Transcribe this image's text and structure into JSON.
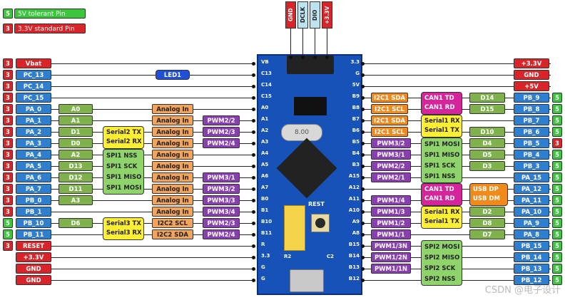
{
  "legend": [
    {
      "num": "5",
      "text": "5V tolerant Pin",
      "color": "green"
    },
    {
      "num": "3",
      "text": "3.3V standard Pin",
      "color": "red"
    }
  ],
  "top_pins": [
    "GND",
    "DCLK",
    "DIO",
    "+3.3V"
  ],
  "left_rows": [
    {
      "num": "3",
      "pin": "Vbat",
      "pc": "red"
    },
    {
      "num": "3",
      "pin": "PC_13",
      "pc": "blue"
    },
    {
      "num": "3",
      "pin": "PC_14",
      "pc": "blue"
    },
    {
      "num": "3",
      "pin": "PC_15",
      "pc": "blue"
    },
    {
      "num": "3",
      "pin": "PA_0",
      "pc": "blue"
    },
    {
      "num": "3",
      "pin": "PA_1",
      "pc": "blue"
    },
    {
      "num": "3",
      "pin": "PA_2",
      "pc": "blue"
    },
    {
      "num": "3",
      "pin": "PA_3",
      "pc": "blue"
    },
    {
      "num": "3",
      "pin": "PA_4",
      "pc": "blue"
    },
    {
      "num": "3",
      "pin": "PA_5",
      "pc": "blue"
    },
    {
      "num": "3",
      "pin": "PA_6",
      "pc": "blue"
    },
    {
      "num": "3",
      "pin": "PA_7",
      "pc": "blue"
    },
    {
      "num": "3",
      "pin": "PB_0",
      "pc": "blue"
    },
    {
      "num": "3",
      "pin": "PB_1",
      "pc": "blue"
    },
    {
      "num": "5",
      "pin": "PB_10",
      "pc": "blue"
    },
    {
      "num": "5",
      "pin": "PB_11",
      "pc": "blue"
    },
    {
      "num": "3",
      "pin": "RESET",
      "pc": "red"
    },
    {
      "num": "",
      "pin": "+3.3V",
      "pc": "red"
    },
    {
      "num": "",
      "pin": "GND",
      "pc": "red"
    },
    {
      "num": "",
      "pin": "GND",
      "pc": "red"
    }
  ],
  "right_rows": [
    {
      "num": "",
      "pin": "+3.3V",
      "pc": "red"
    },
    {
      "num": "",
      "pin": "GND",
      "pc": "red"
    },
    {
      "num": "",
      "pin": "+5V",
      "pc": "red"
    },
    {
      "num": "5",
      "pin": "PB_9",
      "pc": "blue"
    },
    {
      "num": "5",
      "pin": "PB_8",
      "pc": "blue"
    },
    {
      "num": "5",
      "pin": "PB_7",
      "pc": "blue"
    },
    {
      "num": "5",
      "pin": "PB_6",
      "pc": "blue"
    },
    {
      "num": "3",
      "pin": "PB_5",
      "pc": "blue"
    },
    {
      "num": "5",
      "pin": "PB_4",
      "pc": "blue"
    },
    {
      "num": "5",
      "pin": "PB_3",
      "pc": "blue"
    },
    {
      "num": "5",
      "pin": "PA_15",
      "pc": "blue"
    },
    {
      "num": "5",
      "pin": "PA_12",
      "pc": "blue"
    },
    {
      "num": "5",
      "pin": "PA_11",
      "pc": "blue"
    },
    {
      "num": "5",
      "pin": "PA_10",
      "pc": "blue"
    },
    {
      "num": "5",
      "pin": "PA_9",
      "pc": "blue"
    },
    {
      "num": "5",
      "pin": "PA_8",
      "pc": "blue"
    },
    {
      "num": "5",
      "pin": "PB_15",
      "pc": "blue"
    },
    {
      "num": "5",
      "pin": "PB_14",
      "pc": "blue"
    },
    {
      "num": "5",
      "pin": "PB_13",
      "pc": "blue"
    },
    {
      "num": "5",
      "pin": "PB_12",
      "pc": "blue"
    }
  ],
  "led": "LED1",
  "left_digital": [
    {
      "row": 4,
      "text": "A0"
    },
    {
      "row": 5,
      "text": "A1"
    },
    {
      "row": 6,
      "text": "D1"
    },
    {
      "row": 7,
      "text": "D0"
    },
    {
      "row": 8,
      "text": "A2"
    },
    {
      "row": 9,
      "text": "D13"
    },
    {
      "row": 10,
      "text": "D12"
    },
    {
      "row": 11,
      "text": "D11"
    },
    {
      "row": 12,
      "text": "A3"
    },
    {
      "row": 14,
      "text": "D6"
    }
  ],
  "left_serial2": [
    "Serial2 TX",
    "Serial2 RX"
  ],
  "left_spi1": [
    "SPI1 NSS",
    "SPI1 SCK",
    "SPI1 MISO",
    "SPI1 MOSI"
  ],
  "left_serial3": [
    "Serial3 TX",
    "Serial3 RX"
  ],
  "left_analog": [
    {
      "row": 4,
      "text": "Analog In"
    },
    {
      "row": 5,
      "text": "Analog In"
    },
    {
      "row": 6,
      "text": "Analog In"
    },
    {
      "row": 7,
      "text": "Analog In"
    },
    {
      "row": 8,
      "text": "Analog In"
    },
    {
      "row": 9,
      "text": "Analog In"
    },
    {
      "row": 10,
      "text": "Analog In"
    },
    {
      "row": 11,
      "text": "Analog In"
    },
    {
      "row": 12,
      "text": "Analog In"
    },
    {
      "row": 13,
      "text": "Analog In"
    },
    {
      "row": 14,
      "text": "I2C2 SCL"
    },
    {
      "row": 15,
      "text": "I2C2 SDA"
    }
  ],
  "left_pwm": [
    {
      "row": 5,
      "text": "PWM2/2"
    },
    {
      "row": 6,
      "text": "PWM2/3"
    },
    {
      "row": 7,
      "text": "PWM2/4"
    },
    {
      "row": 10,
      "text": "PWM3/1"
    },
    {
      "row": 11,
      "text": "PWM3/2"
    },
    {
      "row": 12,
      "text": "PWM3/3"
    },
    {
      "row": 13,
      "text": "PWM3/4"
    },
    {
      "row": 14,
      "text": "PWM2/3"
    },
    {
      "row": 15,
      "text": "PWM2/4"
    }
  ],
  "right_i2c1": [
    {
      "row": 3,
      "text": "I2C1 SDA"
    },
    {
      "row": 4,
      "text": "I2C1 SCL"
    },
    {
      "row": 5,
      "text": "I2C1 SDA"
    },
    {
      "row": 6,
      "text": "I2C1 SCL"
    }
  ],
  "right_can1a": [
    "CAN1 TD",
    "CAN1 RD"
  ],
  "right_serial1a": [
    "Serial1 RX",
    "Serial1 TX"
  ],
  "right_d_top": [
    {
      "row": 3,
      "text": "D14"
    },
    {
      "row": 4,
      "text": "D15"
    },
    {
      "row": 6,
      "text": "D10"
    },
    {
      "row": 7,
      "text": "D4"
    },
    {
      "row": 8,
      "text": "D5"
    },
    {
      "row": 9,
      "text": "D3"
    }
  ],
  "right_pwm_mid": [
    {
      "row": 7,
      "text": "PWM3/2"
    },
    {
      "row": 8,
      "text": "PWM3/1"
    },
    {
      "row": 9,
      "text": "PWM2/2"
    },
    {
      "row": 10,
      "text": "PWM2/1"
    },
    {
      "row": 12,
      "text": "PWM1/4"
    },
    {
      "row": 13,
      "text": "PWM1/3"
    },
    {
      "row": 14,
      "text": "PWM1/2"
    },
    {
      "row": 15,
      "text": "PWM1/1"
    },
    {
      "row": 16,
      "text": "PWM1/3N"
    },
    {
      "row": 17,
      "text": "PWM1/2N"
    },
    {
      "row": 18,
      "text": "PWM1/1N"
    }
  ],
  "right_spi1": [
    "SPI1 MOSI",
    "SPI1 MISO",
    "SPI1 SCK",
    "SPI1 NSS"
  ],
  "right_can1b": [
    "CAN1 TD",
    "CAN1 RD"
  ],
  "right_usb": [
    "USB DP",
    "USB DM"
  ],
  "right_serial1b": [
    "Serial1 RX",
    "Serial1 TX"
  ],
  "right_d_low": [
    {
      "row": 13,
      "text": "D2"
    },
    {
      "row": 14,
      "text": "D8"
    },
    {
      "row": 15,
      "text": "D7"
    }
  ],
  "right_spi2": [
    "SPI2 MOSI",
    "SPI2 MISO",
    "SPI2 SCK",
    "SPI2 NSS"
  ],
  "board_left_pins": [
    "VB",
    "C13",
    "C14",
    "C15",
    "A0",
    "A1",
    "A2",
    "A3",
    "A4",
    "A5",
    "A6",
    "A7",
    "B0",
    "B1",
    "B10",
    "B11",
    "R",
    "3.3",
    "G",
    "G"
  ],
  "board_right_pins": [
    "3.3",
    "G",
    "5V",
    "B9",
    "B8",
    "B7",
    "B6",
    "B5",
    "B4",
    "B3",
    "A15",
    "A12",
    "A11",
    "A10",
    "A9",
    "A8",
    "B15",
    "B14",
    "B13",
    "B12"
  ],
  "board_labels": {
    "reset": "REST",
    "r2": "R2",
    "c2": "C2",
    "crystal": "8.00"
  },
  "watermark": "CSDN @电子设计"
}
